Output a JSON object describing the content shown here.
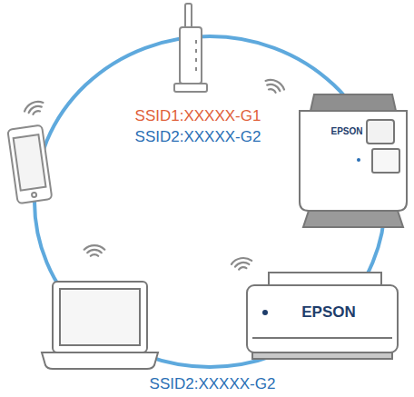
{
  "diagram": {
    "nodes": [
      {
        "text": [
          "EPSON"
        ]
      },
      {
        "text": [
          "EPSON"
        ]
      }
    ],
    "labels": [
      "SSID1:XXXXX-G1",
      "SSID2:XXXXX-G2",
      "SSID2:XXXXX-G2"
    ]
  }
}
